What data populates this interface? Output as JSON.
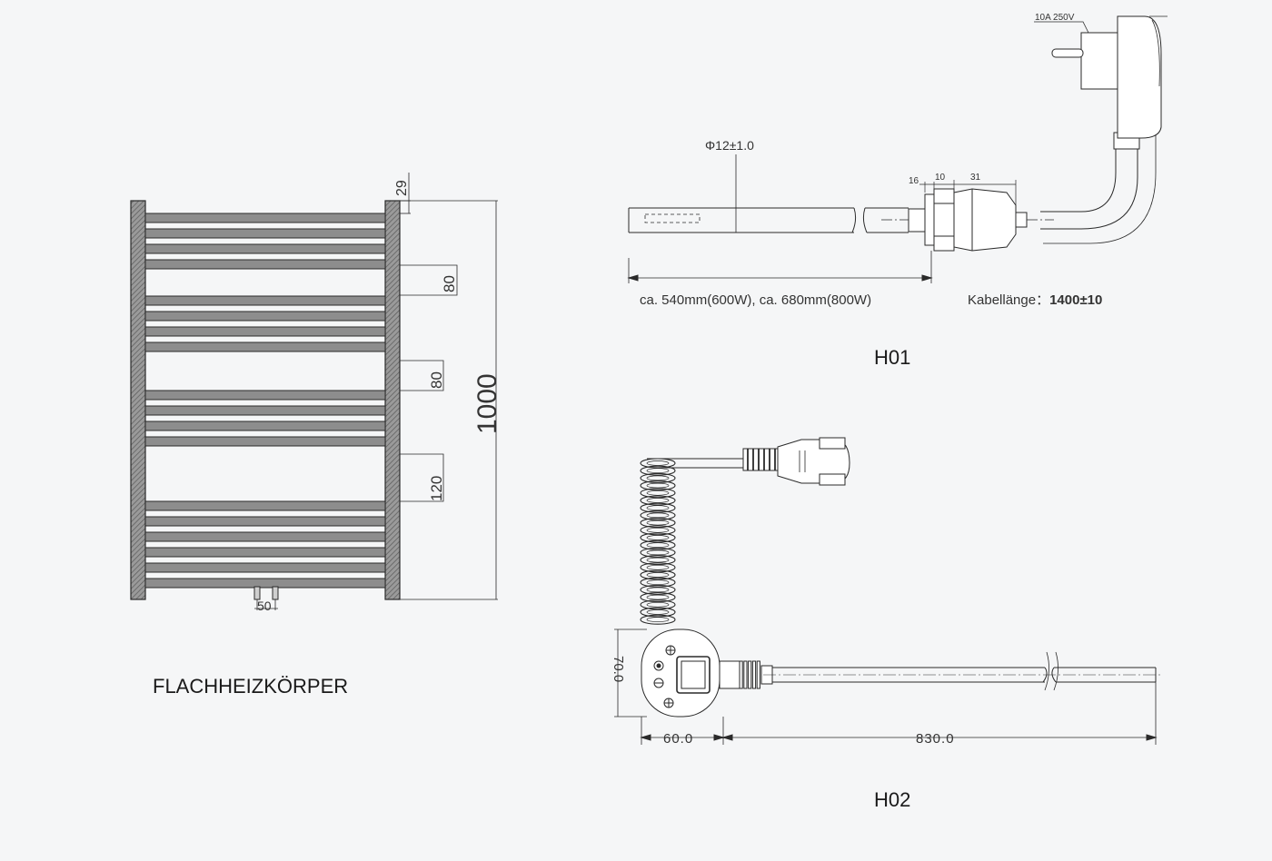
{
  "radiator": {
    "title": "FLACHHEIZKÖRPER",
    "dim_top": "29",
    "dim_gap1": "80",
    "dim_gap2": "80",
    "dim_gap3": "120",
    "dim_height": "1000",
    "dim_pipe": "50"
  },
  "h01": {
    "label": "H01",
    "plug_rating": "10A  250V",
    "diameter": "Φ12±1.0",
    "dim_16": "16",
    "dim_10": "10",
    "dim_31": "31",
    "length_text": "ca. 540mm(600W), ca. 680mm(800W)",
    "cable_label": "Kabellänge：",
    "cable_value": "1400±10"
  },
  "h02": {
    "label": "H02",
    "dim_height": "70.0",
    "dim_width": "60.0",
    "dim_length": "830.0"
  },
  "colors": {
    "stroke": "#2a2a2a",
    "fill_dark": "#8a8a8a",
    "background": "#f5f6f7"
  }
}
